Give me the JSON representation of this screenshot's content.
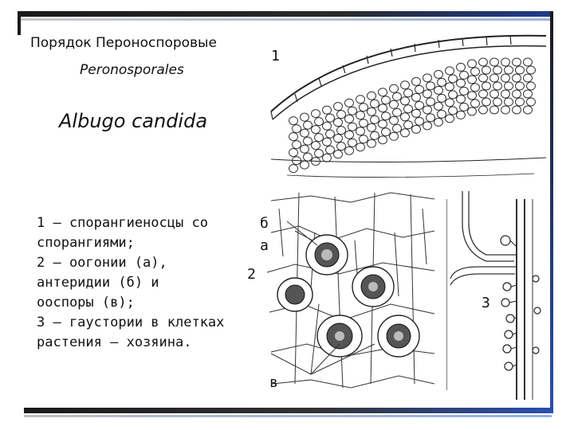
{
  "title": {
    "russian": "Порядок Пероноспоровые",
    "latin": "Peronosporales"
  },
  "species": "Albugo candida",
  "legend": [
    "1 – спорангиеносцы со",
    "спорангиями;",
    "2 – оогонии (а),",
    "антеридии (б) и",
    "ооспоры (в);",
    "3 – гаустории в клетках",
    "растения – хозяина."
  ],
  "figure_labels": {
    "fig1": "1",
    "fig2": "2",
    "fig2_a": "а",
    "fig2_b": "б",
    "fig2_v": "в",
    "fig3": "3"
  }
}
